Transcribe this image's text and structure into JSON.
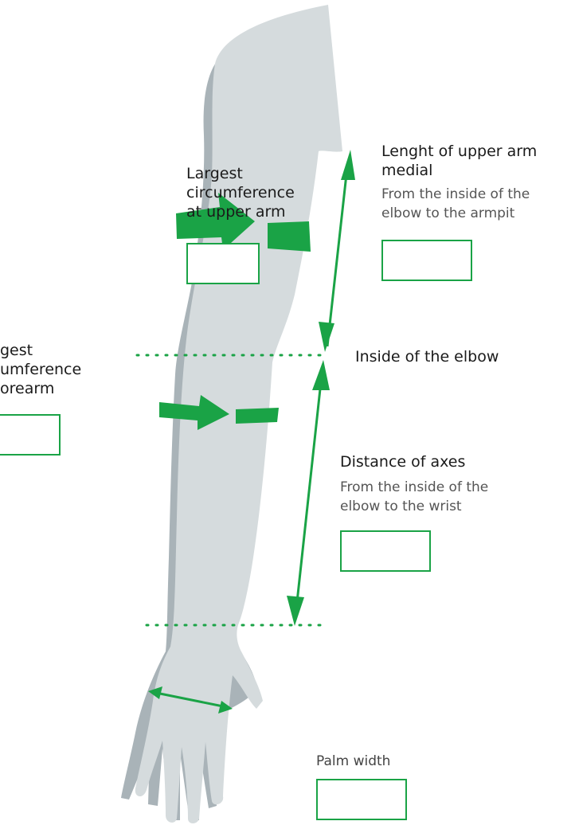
{
  "colors": {
    "accent": "#1aa346",
    "arm_fill": "#d5dbdd",
    "arm_shadow": "#a9b3b8",
    "text": "#1a1a1a",
    "subtext": "#555555"
  },
  "labels": {
    "upper_arm_circ": {
      "line1": "Largest",
      "line2": "circumference",
      "line3": "at upper arm"
    },
    "forearm_circ": {
      "line1": "gest",
      "line2": "umference",
      "line3": "orearm"
    },
    "upper_arm_length": {
      "title_line1": "Lenght of upper arm",
      "title_line2": "medial",
      "desc_line1": "From the inside of the",
      "desc_line2": "elbow to the armpit"
    },
    "elbow": "Inside of the elbow",
    "axes_distance": {
      "title": "Distance of axes",
      "desc_line1": "From the inside of the",
      "desc_line2": "elbow to the wrist"
    },
    "palm_width": "Palm width"
  },
  "inputs": {
    "upper_arm_circ_value": "",
    "forearm_circ_value": "",
    "upper_arm_length_value": "",
    "axes_distance_value": "",
    "palm_width_value": ""
  }
}
